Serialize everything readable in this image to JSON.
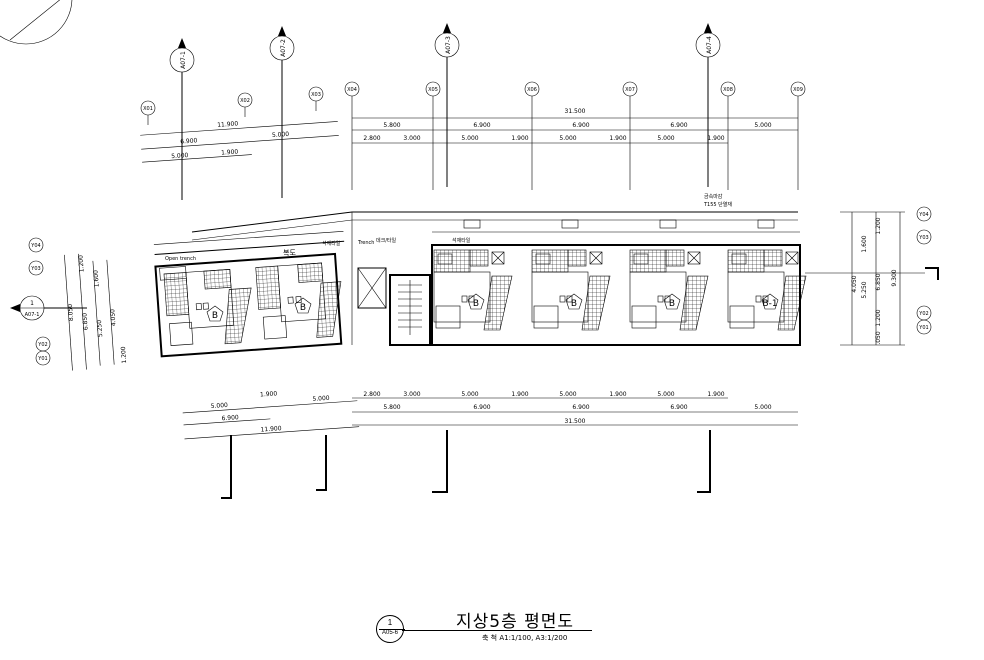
{
  "drawing": {
    "title": "지상5층 평면도",
    "scale": "축 척 A1:1/100, A3:1/200",
    "sheet_number": "1",
    "sheet_ref": "A05-6"
  },
  "grid_x": [
    "X01",
    "X02",
    "X03",
    "X04",
    "X05",
    "X06",
    "X07",
    "X08",
    "X09"
  ],
  "grid_y": [
    "Y04",
    "Y03",
    "Y02",
    "Y01"
  ],
  "section_markers": [
    "A07-1",
    "A07-2",
    "A07-3",
    "A07-4"
  ],
  "left_wing_dims": {
    "top_total": "11.900",
    "top_mid": "6.900",
    "top_right": "5.000",
    "top_left_a": "5.000",
    "top_left_b": "1.900",
    "bottom_a": "5.000",
    "bottom_b": "1.900",
    "bottom_c": "5.000",
    "bottom_mid": "6.900",
    "bottom_total": "11.900",
    "side_total": "8.050",
    "side_a": "6.850",
    "side_b": "5.250",
    "side_c": "4.050",
    "side_d": "1.600",
    "side_e": "1.200",
    "side_f": "1.200"
  },
  "main_dims": {
    "total": "31.500",
    "row_a": [
      "5.800",
      "6.900",
      "6.900",
      "6.900",
      "5.000"
    ],
    "row_b": [
      "2.800",
      "3.000",
      "5.000",
      "1.900",
      "5.000",
      "1.900",
      "5.000",
      "1.900"
    ],
    "right_side": [
      "1.200",
      "1.600",
      "4.050",
      "5.250",
      "6.850",
      "9.300",
      "1.200",
      ".050"
    ]
  },
  "labels": {
    "corridor": "복도",
    "open_trench": "Open trench",
    "trench": "Trench",
    "tile_note_1": "데크/타일",
    "tile_note_2": "석재타일",
    "tile_note_3": "석재타일",
    "roof_note_1": "금속마감",
    "roof_note_2": "T155 단열재",
    "unit_types": [
      "B",
      "B",
      "B",
      "B",
      "B",
      "B-1"
    ]
  }
}
